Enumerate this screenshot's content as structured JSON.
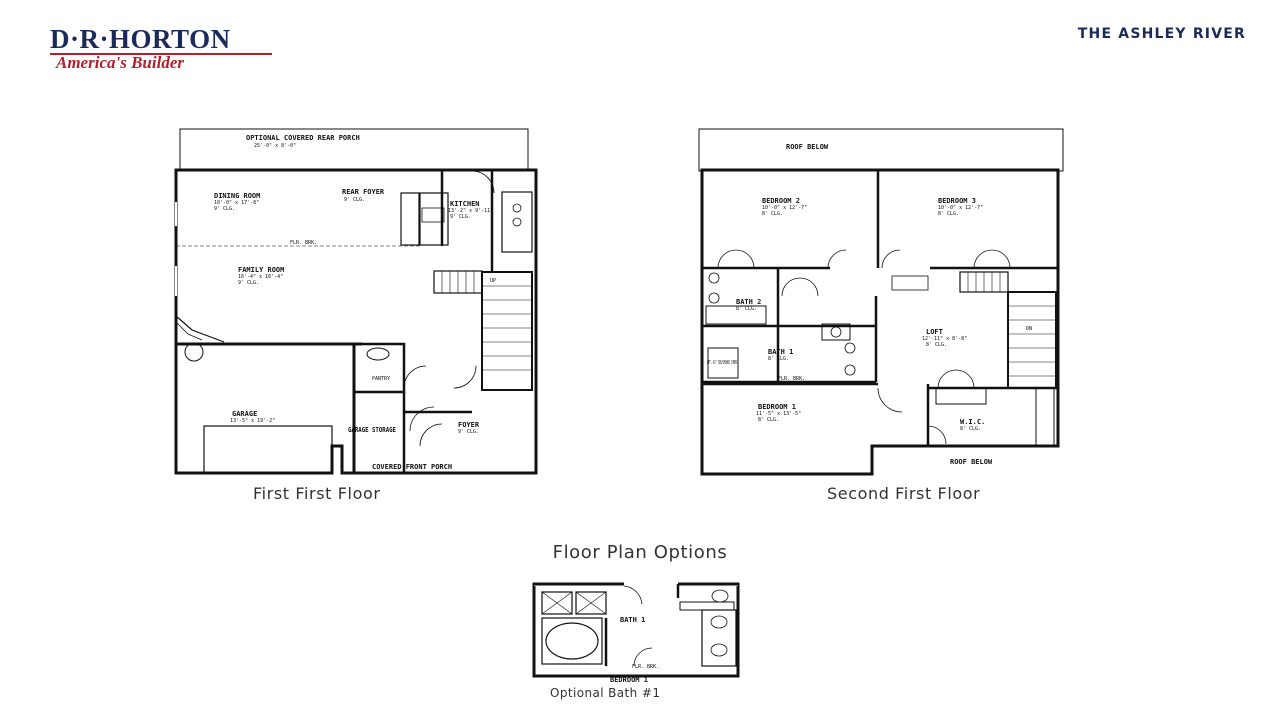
{
  "header": {
    "logo_main": "D·R·HORTON",
    "logo_sub": "America's Builder",
    "model_name": "THE ASHLEY RIVER"
  },
  "first_floor": {
    "caption": "First First Floor",
    "rooms": {
      "rear_porch": "OPTIONAL COVERED REAR PORCH",
      "rear_porch_dim": "25'-0\" x 8'-0\"",
      "dining": "DINING ROOM",
      "dining_dim": "10'-0\" x 17'-8\"",
      "dining_ceil": "9' CLG.",
      "rear_foyer": "REAR FOYER",
      "rear_foyer_ceil": "9' CLG.",
      "kitchen": "KITCHEN",
      "kitchen_dim": "13'-2\" x 9'-11\"",
      "kitchen_ceil": "9' CLG.",
      "flr_brk": "FLR. BRK.",
      "family": "FAMILY ROOM",
      "family_dim": "16'-4\" x 16'-4\"",
      "family_ceil": "9' CLG.",
      "pantry": "PANTRY",
      "garage": "GARAGE",
      "garage_dim": "13'-5\" x 19'-2\"",
      "garage_storage": "GARAGE STORAGE",
      "foyer": "FOYER",
      "foyer_ceil": "9' CLG.",
      "front_porch": "COVERED FRONT PORCH",
      "up": "UP"
    }
  },
  "second_floor": {
    "caption": "Second First Floor",
    "rooms": {
      "roof_below_top": "ROOF BELOW",
      "bedroom2": "BEDROOM 2",
      "bedroom2_dim": "10'-0\" x 12'-7\"",
      "bedroom2_ceil": "8' CLG.",
      "bedroom3": "BEDROOM 3",
      "bedroom3_dim": "10'-0\" x 12'-7\"",
      "bedroom3_ceil": "8' CLG.",
      "bath2": "BATH 2",
      "bath2_ceil": "8' CLG.",
      "bath1": "BATH 1",
      "bath1_ceil": "8' CLG.",
      "laundry": "OPT. 42\" TUB/SHOWER COMBO",
      "loft": "LOFT",
      "loft_dim": "12'-11\" x 8'-8\"",
      "loft_ceil": "8' CLG.",
      "flr_brk": "FLR. BRK.",
      "bedroom1": "BEDROOM 1",
      "bedroom1_dim": "11'-5\" x 13'-5\"",
      "bedroom1_ceil": "8' CLG.",
      "wic": "W.I.C.",
      "wic_ceil": "8' CLG.",
      "roof_below_bottom": "ROOF BELOW",
      "dn": "DN"
    }
  },
  "options": {
    "title": "Floor Plan Options",
    "option1": {
      "bath1": "BATH 1",
      "flr_brk": "FLR. BRK.",
      "bedroom1": "BEDROOM 1",
      "caption": "Optional Bath #1"
    }
  }
}
